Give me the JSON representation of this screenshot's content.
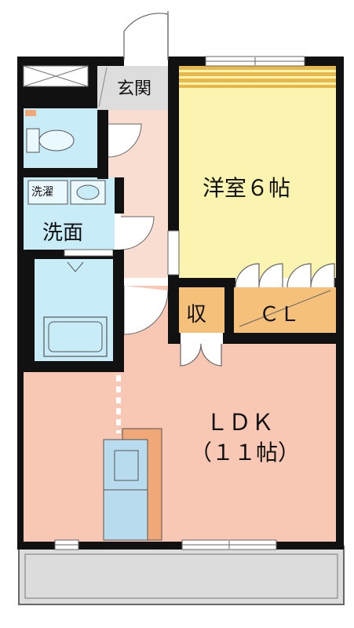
{
  "labels": {
    "entrance": "玄関",
    "western_room": "洋室６帖",
    "laundry": "洗濯",
    "washroom": "洗面",
    "storage": "収",
    "closet": "ＣＬ",
    "ldk_line1": "ＬＤＫ",
    "ldk_line2": "（１１帖）"
  },
  "colors": {
    "wall": "#111111",
    "western_room": "#fbf3b0",
    "western_room_stripe": "#e8b84a",
    "wet_area": "#c8ecf8",
    "entrance_floor": "#dddddd",
    "hallway": "#f8ddd0",
    "ldk": "#f8c8b4",
    "storage": "#f4c07a",
    "balcony": "#dcdcdc",
    "refrigerator": "#b8dcee",
    "counter": "#f0a878"
  }
}
